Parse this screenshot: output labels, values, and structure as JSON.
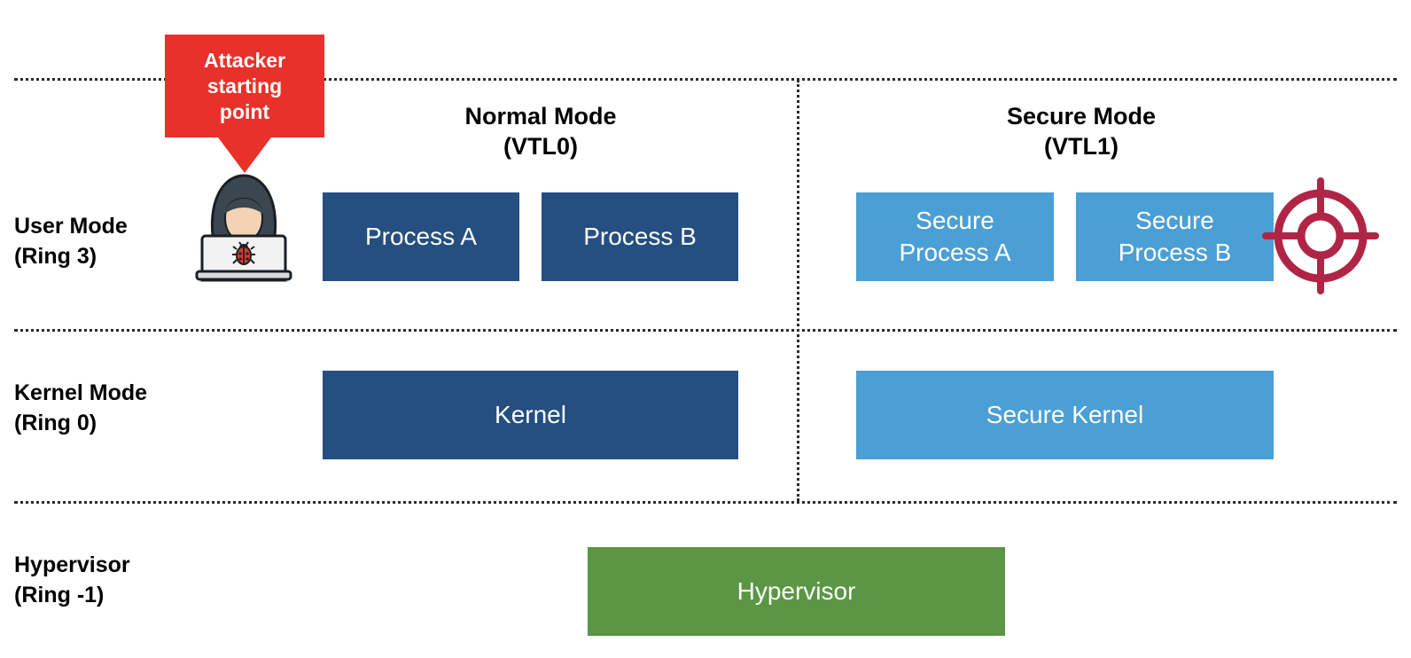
{
  "colors": {
    "normal_box": "#254f80",
    "secure_box": "#4a9fd4",
    "hypervisor_box": "#5a9644",
    "callout": "#e8312a",
    "target": "#b02545"
  },
  "callout": {
    "lines": [
      "Attacker",
      "starting",
      "point"
    ]
  },
  "icons": {
    "attacker": "hooded-hacker-icon",
    "bug": "bug-icon",
    "target": "crosshair-target-icon"
  },
  "row_labels": [
    {
      "line1": "User Mode",
      "line2": "(Ring 3)"
    },
    {
      "line1": "Kernel Mode",
      "line2": "(Ring 0)"
    },
    {
      "line1": "Hypervisor",
      "line2": "(Ring -1)"
    }
  ],
  "columns": [
    {
      "title": "Normal Mode",
      "subtitle": "(VTL0)"
    },
    {
      "title": "Secure Mode",
      "subtitle": "(VTL1)"
    }
  ],
  "boxes": {
    "process_a": [
      "Process A"
    ],
    "process_b": [
      "Process B"
    ],
    "secure_process_a": [
      "Secure",
      "Process A"
    ],
    "secure_process_b": [
      "Secure",
      "Process B"
    ],
    "kernel": [
      "Kernel"
    ],
    "secure_kernel": [
      "Secure Kernel"
    ],
    "hypervisor": [
      "Hypervisor"
    ]
  }
}
